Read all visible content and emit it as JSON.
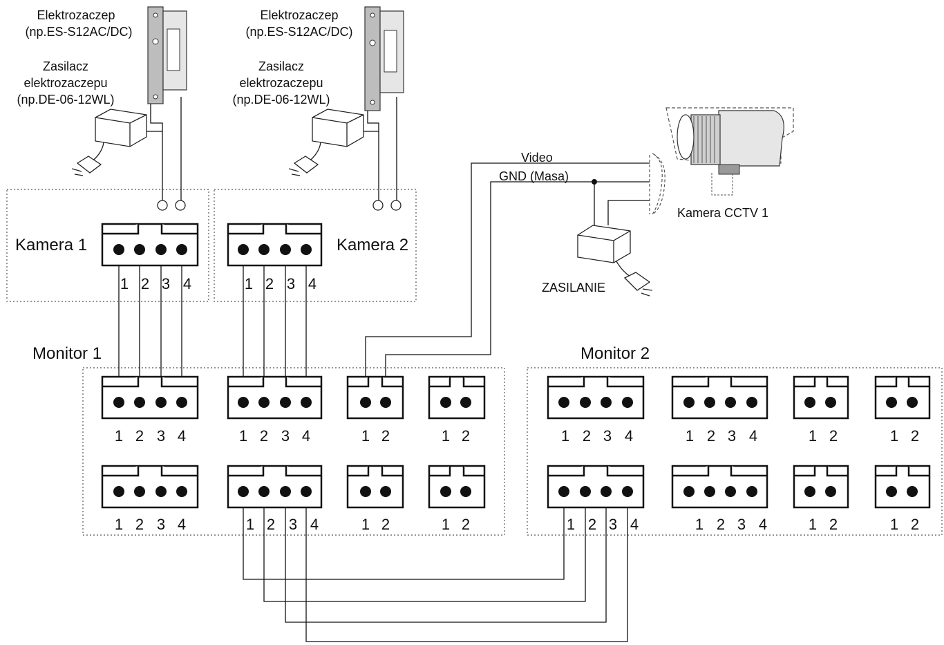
{
  "lock_left": {
    "title": "Elektrozaczep",
    "model": "(np.ES-S12AC/DC)",
    "psu_line1": "Zasilacz",
    "psu_line2": "elektrozaczepu",
    "psu_model": "(np.DE-06-12WL)"
  },
  "lock_right": {
    "title": "Elektrozaczep",
    "model": "(np.ES-S12AC/DC)",
    "psu_line1": "Zasilacz",
    "psu_line2": "elektrozaczepu",
    "psu_model": "(np.DE-06-12WL)"
  },
  "camera1": {
    "label": "Kamera 1",
    "pins": [
      "1",
      "2",
      "3",
      "4"
    ]
  },
  "camera2": {
    "label": "Kamera 2",
    "pins": [
      "1",
      "2",
      "3",
      "4"
    ]
  },
  "cctv": {
    "video_label": "Video",
    "gnd_label": "GND (Masa)",
    "camera_label": "Kamera CCTV 1",
    "power_label": "ZASILANIE"
  },
  "monitor1": {
    "label": "Monitor 1",
    "row1": [
      [
        "1",
        "2",
        "3",
        "4"
      ],
      [
        "1",
        "2",
        "3",
        "4"
      ],
      [
        "1",
        "2"
      ],
      [
        "1",
        "2"
      ]
    ],
    "row2": [
      [
        "1",
        "2",
        "3",
        "4"
      ],
      [
        "1",
        "2",
        "3",
        "4"
      ],
      [
        "1",
        "2"
      ],
      [
        "1",
        "2"
      ]
    ]
  },
  "monitor2": {
    "label": "Monitor 2",
    "row1": [
      [
        "1",
        "2",
        "3",
        "4"
      ],
      [
        "1",
        "2",
        "3",
        "4"
      ],
      [
        "1",
        "2"
      ],
      [
        "1",
        "2"
      ]
    ],
    "row2": [
      [
        "1",
        "2",
        "3",
        "4"
      ],
      [
        "1",
        "2",
        "3",
        "4"
      ],
      [
        "1",
        "2"
      ],
      [
        "1",
        "2"
      ]
    ]
  }
}
